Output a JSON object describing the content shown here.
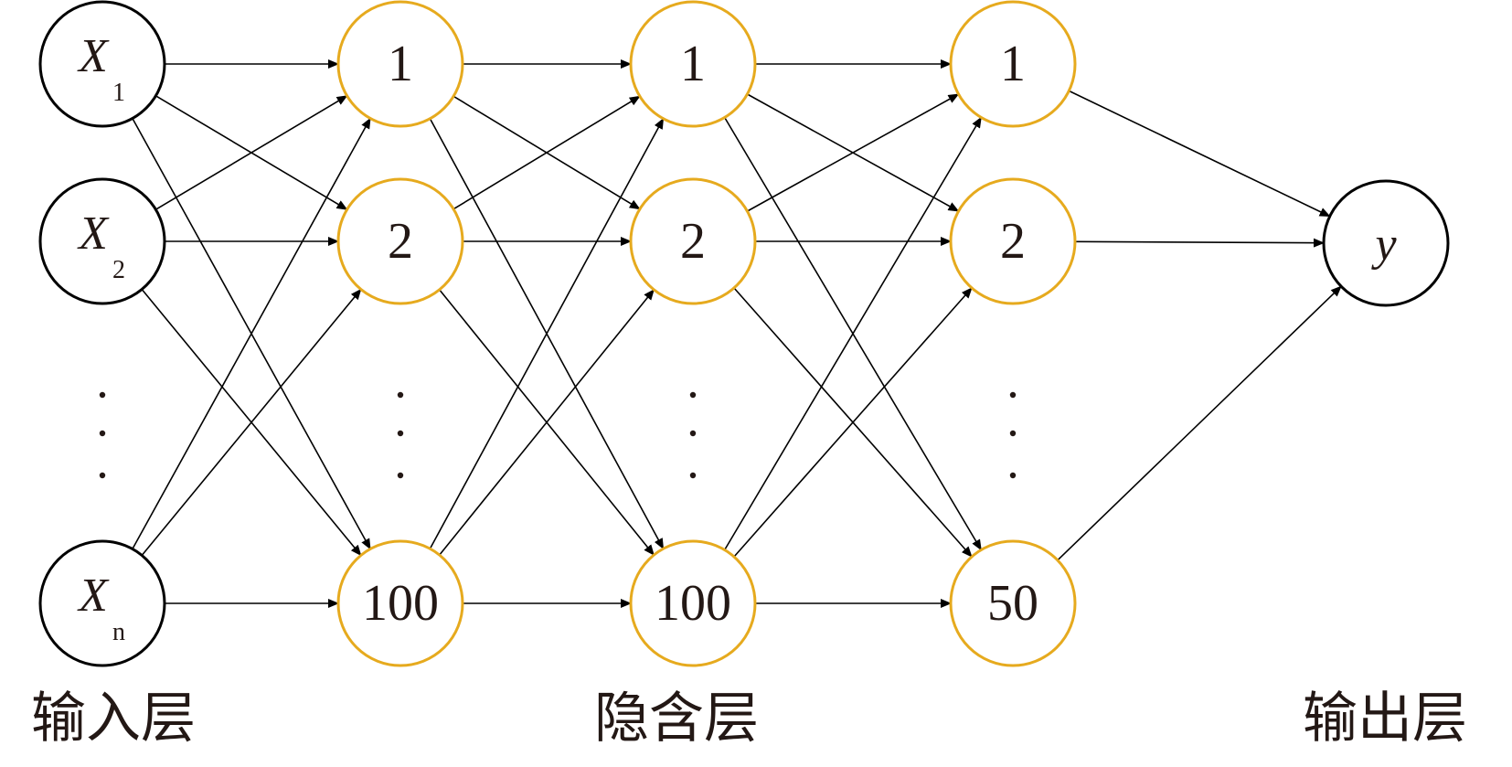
{
  "colors": {
    "input_stroke": "#000000",
    "hidden_stroke": "#E6AA1E",
    "output_stroke": "#000000",
    "edge": "#000000",
    "text": "#231815"
  },
  "layers": [
    {
      "id": "input",
      "role": "input",
      "nodes": [
        {
          "main": "X",
          "sub": "1"
        },
        {
          "main": "X",
          "sub": "2"
        },
        {
          "main": "X",
          "sub": "n"
        }
      ]
    },
    {
      "id": "hidden1",
      "role": "hidden",
      "nodes": [
        {
          "main": "1"
        },
        {
          "main": "2"
        },
        {
          "main": "100"
        }
      ]
    },
    {
      "id": "hidden2",
      "role": "hidden",
      "nodes": [
        {
          "main": "1"
        },
        {
          "main": "2"
        },
        {
          "main": "100"
        }
      ]
    },
    {
      "id": "hidden3",
      "role": "hidden",
      "nodes": [
        {
          "main": "1"
        },
        {
          "main": "2"
        },
        {
          "main": "50"
        }
      ]
    },
    {
      "id": "output",
      "role": "output",
      "nodes": [
        {
          "main": "y"
        }
      ]
    }
  ],
  "layer_labels": {
    "input": "输入层",
    "hidden": "隐含层",
    "output": "输出层"
  }
}
